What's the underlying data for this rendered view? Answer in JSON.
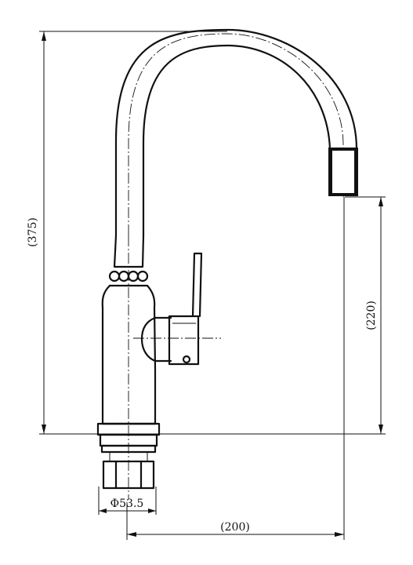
{
  "dimensions": {
    "total_height": "(375)",
    "spout_height": "(220)",
    "reach": "(200)",
    "base_diameter": "Φ53.5"
  },
  "colors": {
    "line": "#111111",
    "background": "#ffffff"
  }
}
